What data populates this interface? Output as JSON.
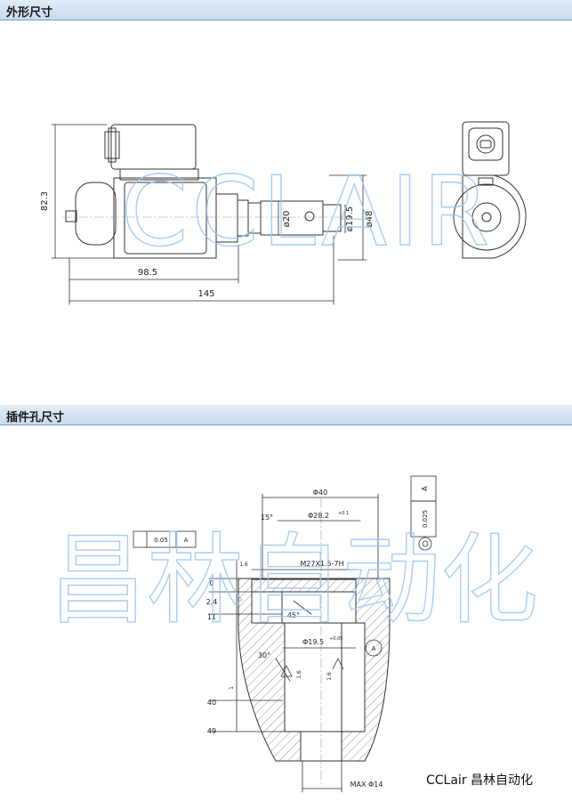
{
  "sections": {
    "outline": {
      "title": "外形尺寸"
    },
    "cavity": {
      "title": "插件孔尺寸"
    }
  },
  "outline_dims": {
    "height": "82.3",
    "length_body": "98.5",
    "length_total": "145",
    "dia_20": "ø20",
    "dia_19_5": "ø19.5",
    "dia_48": "ø48"
  },
  "cavity_dims": {
    "d40": "Φ40",
    "d28": "Φ28.2",
    "d28_tol": "+0.1",
    "angle_15": "15°",
    "thread": "M27X1.5-7H",
    "d19": "Φ19.5",
    "d19_tol": "+0.05",
    "angle_30": "30°",
    "angle_45": "45°",
    "depth_0": "0",
    "depth_2_4": "2.4",
    "depth_11": "11",
    "depth_40": "40",
    "depth_49": "49",
    "rough_1_6a": "1.6",
    "rough_1_6b": "1.6",
    "rough_1_6c": "1.6",
    "gap_1": "1",
    "max_d14": "MAX Φ14",
    "datum_a": "A",
    "datum_a2": "A",
    "tol_flat": "0.05",
    "tol_flat_ref": "A",
    "tol_pos": "0.025",
    "tol_pos_ref": "A"
  },
  "watermarks": {
    "latin": "CCLAIR",
    "cjk": "昌林自动化"
  },
  "brand": "CCLair 昌林自动化"
}
